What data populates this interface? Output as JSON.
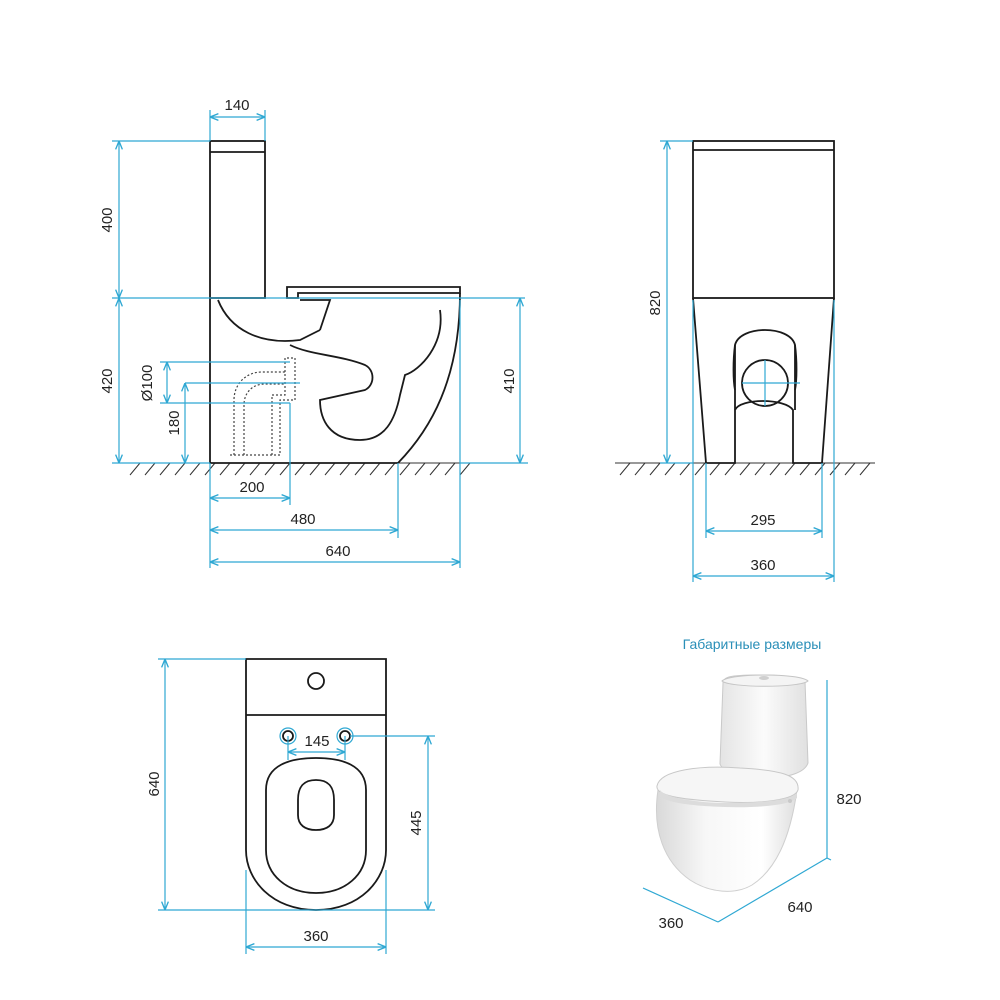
{
  "colors": {
    "dimension_line": "#2fa8d3",
    "outline": "#1a1a1a",
    "ground_hatch": "#333333",
    "hidden_line": "#444444",
    "photo_body": "#f2f2f2",
    "title_accent": "#2a8fb8"
  },
  "side_view": {
    "dims": {
      "tank_width": "140",
      "tank_height": "400",
      "bowl_height": "420",
      "seat_height": "410",
      "outlet_diameter": "Ø100",
      "outlet_height": "180",
      "outlet_offset": "200",
      "base_length": "480",
      "total_length": "640"
    }
  },
  "front_view": {
    "dims": {
      "total_height": "820",
      "base_width": "295",
      "total_width": "360"
    }
  },
  "top_view": {
    "dims": {
      "total_depth": "640",
      "mount_spacing": "145",
      "mount_to_front": "445",
      "width": "360"
    }
  },
  "photo": {
    "title": "Габаритные размеры",
    "height": "820",
    "width": "360",
    "depth": "640"
  }
}
